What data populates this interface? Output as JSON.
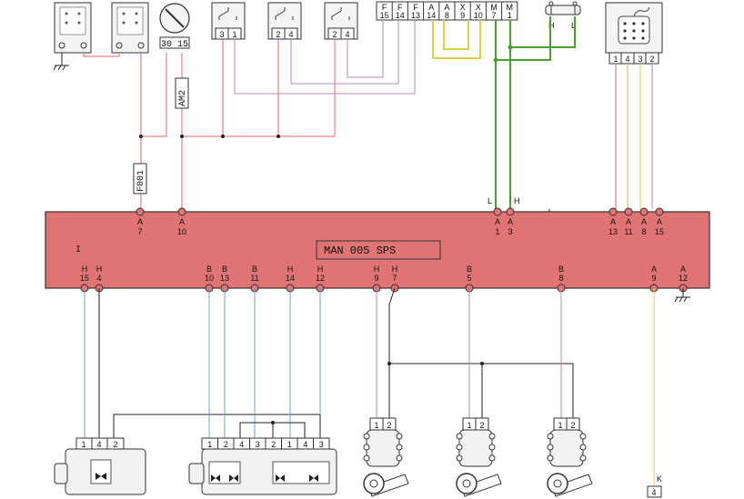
{
  "ecu": {
    "title": "MAN 005 SPS",
    "corner_mark": "I",
    "top_pins": [
      {
        "conn": "A",
        "num": "7"
      },
      {
        "conn": "A",
        "num": "10"
      },
      {
        "conn": "A",
        "num": "1"
      },
      {
        "conn": "A",
        "num": "3"
      },
      {
        "conn": "A",
        "num": "13"
      },
      {
        "conn": "A",
        "num": "11"
      },
      {
        "conn": "A",
        "num": "8"
      },
      {
        "conn": "A",
        "num": "15"
      }
    ],
    "bottom_pins": [
      {
        "conn": "H",
        "num": "15"
      },
      {
        "conn": "H",
        "num": "4"
      },
      {
        "conn": "B",
        "num": "10"
      },
      {
        "conn": "B",
        "num": "13"
      },
      {
        "conn": "B",
        "num": "11"
      },
      {
        "conn": "H",
        "num": "14"
      },
      {
        "conn": "H",
        "num": "12"
      },
      {
        "conn": "H",
        "num": "9"
      },
      {
        "conn": "H",
        "num": "7"
      },
      {
        "conn": "B",
        "num": "5"
      },
      {
        "conn": "B",
        "num": "8"
      },
      {
        "conn": "A",
        "num": "9"
      },
      {
        "conn": "A",
        "num": "12"
      }
    ]
  },
  "labels": {
    "fuse_label": "F001",
    "wire_label": "AM2",
    "key_switch_pins": "30 15",
    "can_l": "L",
    "can_h": "H",
    "can_conn_h": "H",
    "can_conn_l": "L",
    "k_label": "K",
    "k_pin": "4"
  },
  "top_connector": {
    "pins": [
      "F 15",
      "F 14",
      "F 13",
      "A 14",
      "A 8",
      "X 9",
      "X 10",
      "M 7",
      "M 1"
    ]
  },
  "switches": [
    {
      "pins": [
        "3",
        "1"
      ]
    },
    {
      "pins": [
        "2",
        "4"
      ]
    },
    {
      "pins": [
        "2",
        "4"
      ]
    }
  ],
  "keypad_pins": [
    "1",
    "4",
    "3",
    "2"
  ],
  "valve_block_left_pins": [
    "1",
    "4",
    "2"
  ],
  "valve_block_right_pins": [
    "1",
    "2",
    "4",
    "3",
    "2",
    "1",
    "4",
    "3"
  ],
  "sensors": [
    {
      "pins": [
        "1",
        "2"
      ]
    },
    {
      "pins": [
        "1",
        "2"
      ]
    },
    {
      "pins": [
        "1",
        "2"
      ]
    }
  ],
  "colors": {
    "ecu_fill": "#e07474",
    "wire_red": "#e06a6a",
    "wire_violet": "#b98ab9",
    "wire_blue": "#6aa6cf",
    "wire_green": "#4aa02c",
    "wire_yellow": "#e0cf40",
    "wire_orange": "#e8a24a",
    "wire_black": "#222222"
  }
}
